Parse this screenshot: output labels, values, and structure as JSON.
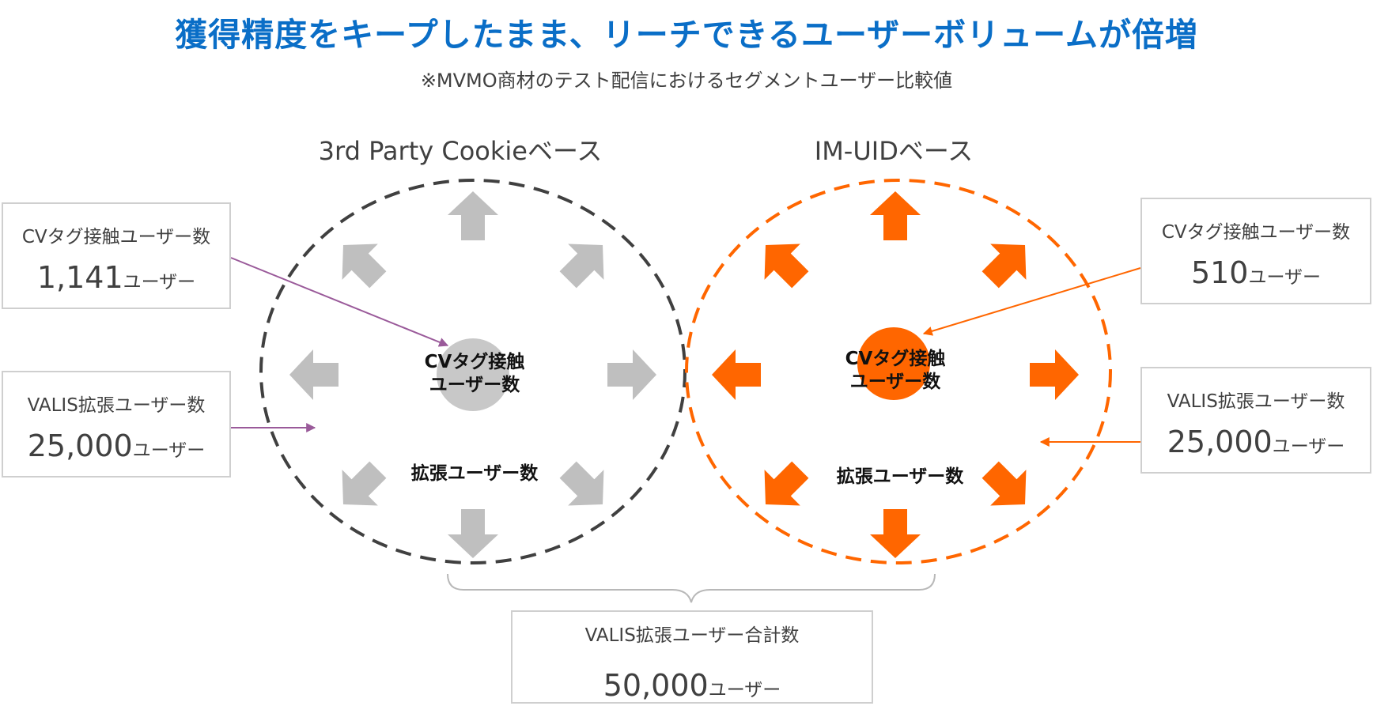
{
  "headline": "獲得精度をキープしたまま、リーチできるユーザーボリュームが倍増",
  "subline": "※MVMO商材のテスト配信におけるセグメントユーザー比較値",
  "colors": {
    "headline": "#0a6ec7",
    "dark_circle": "#404040",
    "orange": "#ff6600",
    "gray_arrow": "#bfbfbf",
    "gray_dot": "#c8c8c8",
    "purple_line": "#9a5a9a",
    "orange_line": "#ff6600"
  },
  "left": {
    "title": "3rd Party Cookieベース",
    "center_label": [
      "CVタグ接触",
      "ユーザー数"
    ],
    "expand_label": "拡張ユーザー数",
    "cv_box": {
      "label": "CVタグ接触ユーザー数",
      "value": "1,141",
      "unit": "ユーザー"
    },
    "valis_box": {
      "label": "VALIS拡張ユーザー数",
      "value": "25,000",
      "unit": "ユーザー"
    }
  },
  "right": {
    "title": "IM-UIDベース",
    "center_label": [
      "CVタグ接触",
      "ユーザー数"
    ],
    "expand_label": "拡張ユーザー数",
    "cv_box": {
      "label": "CVタグ接触ユーザー数",
      "value": "510",
      "unit": "ユーザー"
    },
    "valis_box": {
      "label": "VALIS拡張ユーザー数",
      "value": "25,000",
      "unit": "ユーザー"
    }
  },
  "total_box": {
    "label": "VALIS拡張ユーザー合計数",
    "value": "50,000",
    "unit": "ユーザー"
  }
}
